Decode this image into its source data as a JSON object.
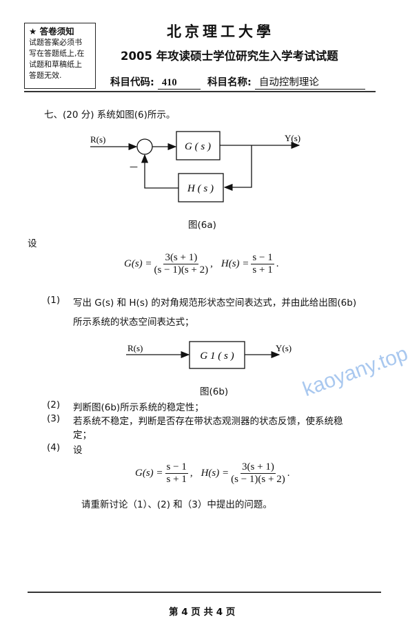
{
  "notice": {
    "icon": "star-icon",
    "heading": "答卷须知",
    "lines": [
      "试题答案必须书",
      "写在答题纸上,在",
      "试题和草稿纸上",
      "答题无效."
    ]
  },
  "header": {
    "university": "北京理工大學",
    "exam_title": "2005 年攻读硕士学位研究生入学考试试题",
    "subject_code_label": "科目代码:",
    "subject_code": "410",
    "subject_name_label": "科目名称:",
    "subject_name": "自动控制理论"
  },
  "question": {
    "heading": "七、(20 分) 系统如图(6)所示。",
    "fig_a": {
      "input": "R(s)",
      "output": "Y(s)",
      "forward_block": "G ( s )",
      "feedback_block": "H ( s )",
      "sign": "—",
      "caption": "图(6a)"
    },
    "let": "设",
    "formula1": {
      "g_lhs": "G(s) =",
      "g_num": "3(s + 1)",
      "g_den": "(s − 1)(s + 2)",
      "sep": ",",
      "h_lhs": "H(s) =",
      "h_num": "s − 1",
      "h_den": "s + 1",
      "end": "."
    },
    "items": [
      {
        "num": "(1)",
        "lines": [
          "写出 G(s) 和 H(s) 的对角规范形状态空间表达式，并由此给出图(6b)",
          "所示系统的状态空间表达式；"
        ]
      },
      {
        "num": "(2)",
        "lines": [
          "判断图(6b)所示系统的稳定性；"
        ]
      },
      {
        "num": "(3)",
        "lines": [
          "若系统不稳定，判断是否存在带状态观测器的状态反馈，使系统稳",
          "定；"
        ]
      },
      {
        "num": "(4)",
        "lines": [
          "设"
        ]
      }
    ],
    "fig_b": {
      "input": "R(s)",
      "output": "Y(s)",
      "block": "G 1 ( s )",
      "caption": "图(6b)"
    },
    "formula2": {
      "g_lhs": "G(s) =",
      "g_num": "s − 1",
      "g_den": "s + 1",
      "sep": ",",
      "h_lhs": "H(s) =",
      "h_num": "3(s + 1)",
      "h_den": "(s − 1)(s + 2)",
      "end": "."
    },
    "closing": "请重新讨论（1）、(2) 和（3）中提出的问题。"
  },
  "footer": {
    "page": "第 4 页 共 4 页"
  },
  "watermark": {
    "text": "kaoyany.top",
    "color": "#a9c8ef"
  }
}
